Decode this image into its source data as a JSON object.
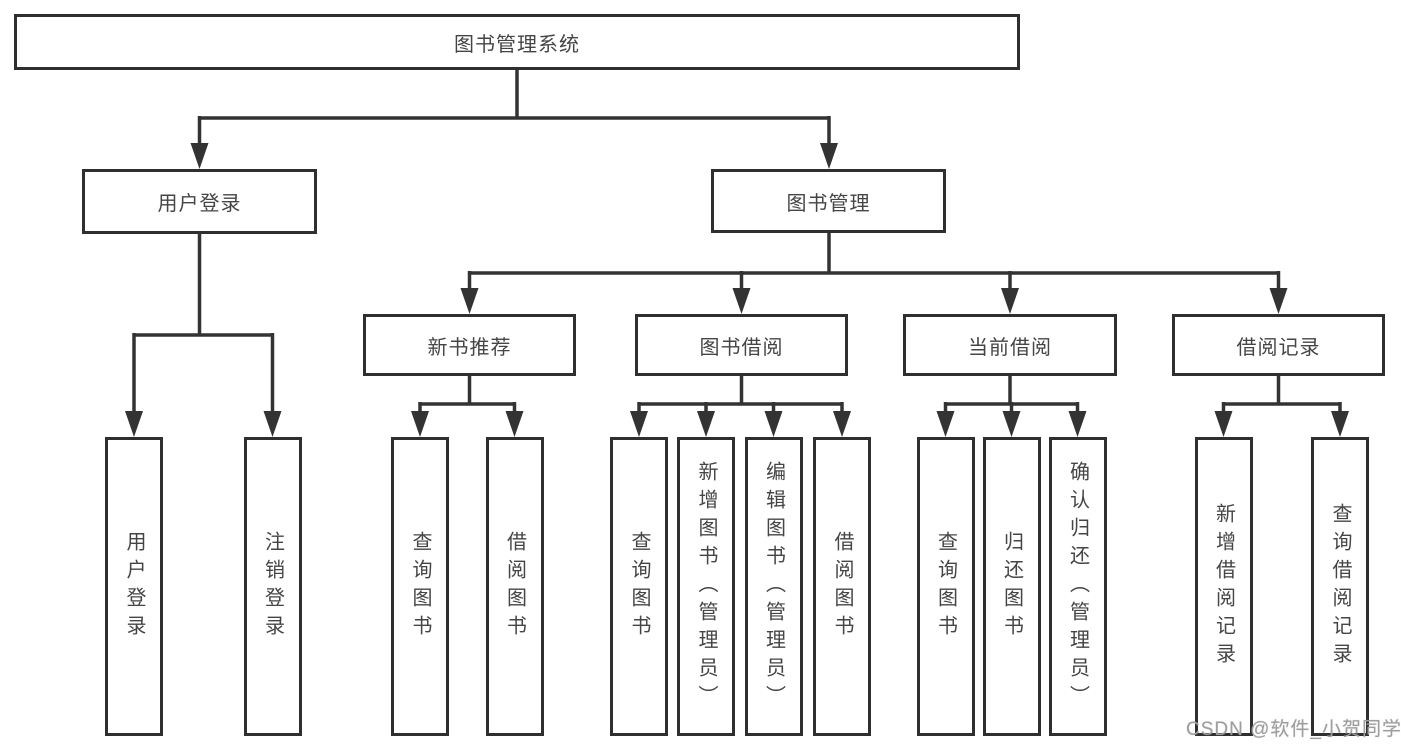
{
  "diagram": {
    "root": {
      "label": "图书管理系统"
    },
    "branches": [
      {
        "label": "用户登录",
        "children": [
          {
            "label": "用户登录"
          },
          {
            "label": "注销登录"
          }
        ]
      },
      {
        "label": "图书管理",
        "groups": [
          {
            "label": "新书推荐",
            "children": [
              {
                "label": "查询图书"
              },
              {
                "label": "借阅图书"
              }
            ]
          },
          {
            "label": "图书借阅",
            "children": [
              {
                "label": "查询图书"
              },
              {
                "label": "新增图书（管理员）"
              },
              {
                "label": "编辑图书（管理员）"
              },
              {
                "label": "借阅图书"
              }
            ]
          },
          {
            "label": "当前借阅",
            "children": [
              {
                "label": "查询图书"
              },
              {
                "label": "归还图书"
              },
              {
                "label": "确认归还（管理员）"
              }
            ]
          },
          {
            "label": "借阅记录",
            "children": [
              {
                "label": "新增借阅记录"
              },
              {
                "label": "查询借阅记录"
              }
            ]
          }
        ]
      }
    ]
  },
  "watermark": {
    "text": "CSDN @软件_小贺同学"
  },
  "colors": {
    "line": "#333333",
    "box_border": "#2f2f2f",
    "text": "#454545",
    "background": "#ffffff",
    "watermark": "#9e9e9e"
  }
}
